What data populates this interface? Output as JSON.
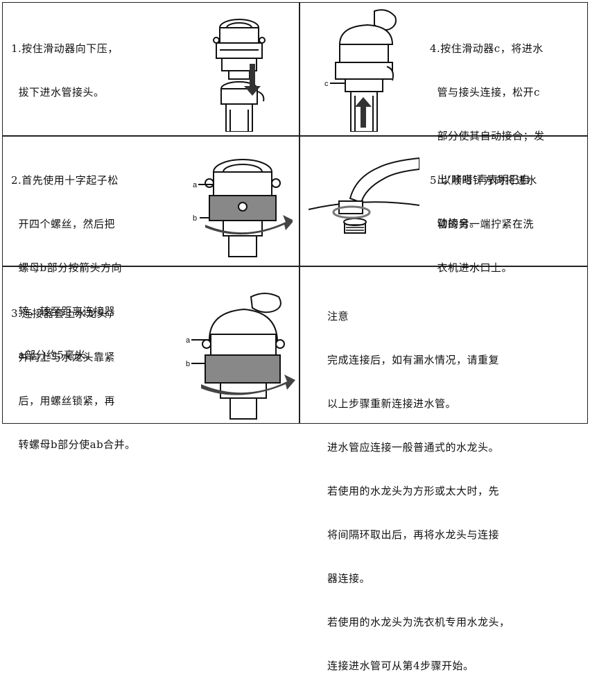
{
  "steps": [
    {
      "lines": [
        "1.按住滑动器向下压，",
        "  拔下进水管接头。"
      ]
    },
    {
      "lines": [
        "4.按住滑动器c，将进水",
        "  管与接头连接，松开c",
        "  部分使其自动接合；发",
        "  出‘咔嗒’声表明已自",
        "  动接合。"
      ],
      "label_c": "c"
    },
    {
      "lines": [
        "2.首先使用十字起子松",
        "  开四个螺丝，然后把",
        "  螺母b部分按箭头方向",
        "  转，转至距离连接器",
        "  a部分约5毫米。"
      ],
      "label_a": "a",
      "label_b": "b"
    },
    {
      "lines": [
        "5.以顺时针方向将进水",
        "  管的另一端拧紧在洗",
        "  衣机进水口上。"
      ]
    },
    {
      "lines": [
        "3.连接器套上水龙头，",
        "  并向上与水龙头靠紧",
        "  后，用螺丝锁紧，再",
        "  转螺母b部分使ab合并。"
      ],
      "label_a": "a",
      "label_b": "b"
    }
  ],
  "note": {
    "title": "注意",
    "lines": [
      "完成连接后，如有漏水情况，请重复",
      "以上步骤重新连接进水管。",
      "进水管应连接一般普通式的水龙头。",
      "若使用的水龙头为方形或太大时，先",
      "将间隔环取出后，再将水龙头与连接",
      "器连接。",
      "若使用的水龙头为洗衣机专用水龙头，",
      "连接进水管可从第4步骤开始。"
    ]
  }
}
